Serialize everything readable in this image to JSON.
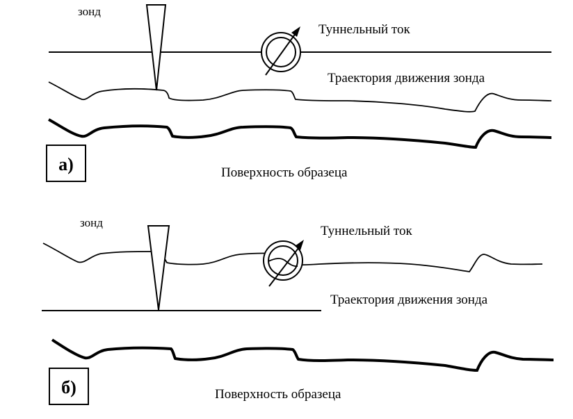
{
  "panel_a": {
    "panel_label": "а)",
    "probe_label": "зонд",
    "current_label": "Туннельный ток",
    "trajectory_label": "Траектория движения зонда",
    "surface_label": "Поверхность образеца"
  },
  "panel_b": {
    "panel_label": "б)",
    "probe_label": "зонд",
    "current_label": "Туннельный ток",
    "trajectory_label": "Траектория движения зонда",
    "surface_label": "Поверхность образеца"
  },
  "colors": {
    "stroke": "#000000",
    "background": "#ffffff"
  },
  "icons": {
    "ammeter": "ammeter-icon",
    "probe": "probe-tip-icon"
  }
}
